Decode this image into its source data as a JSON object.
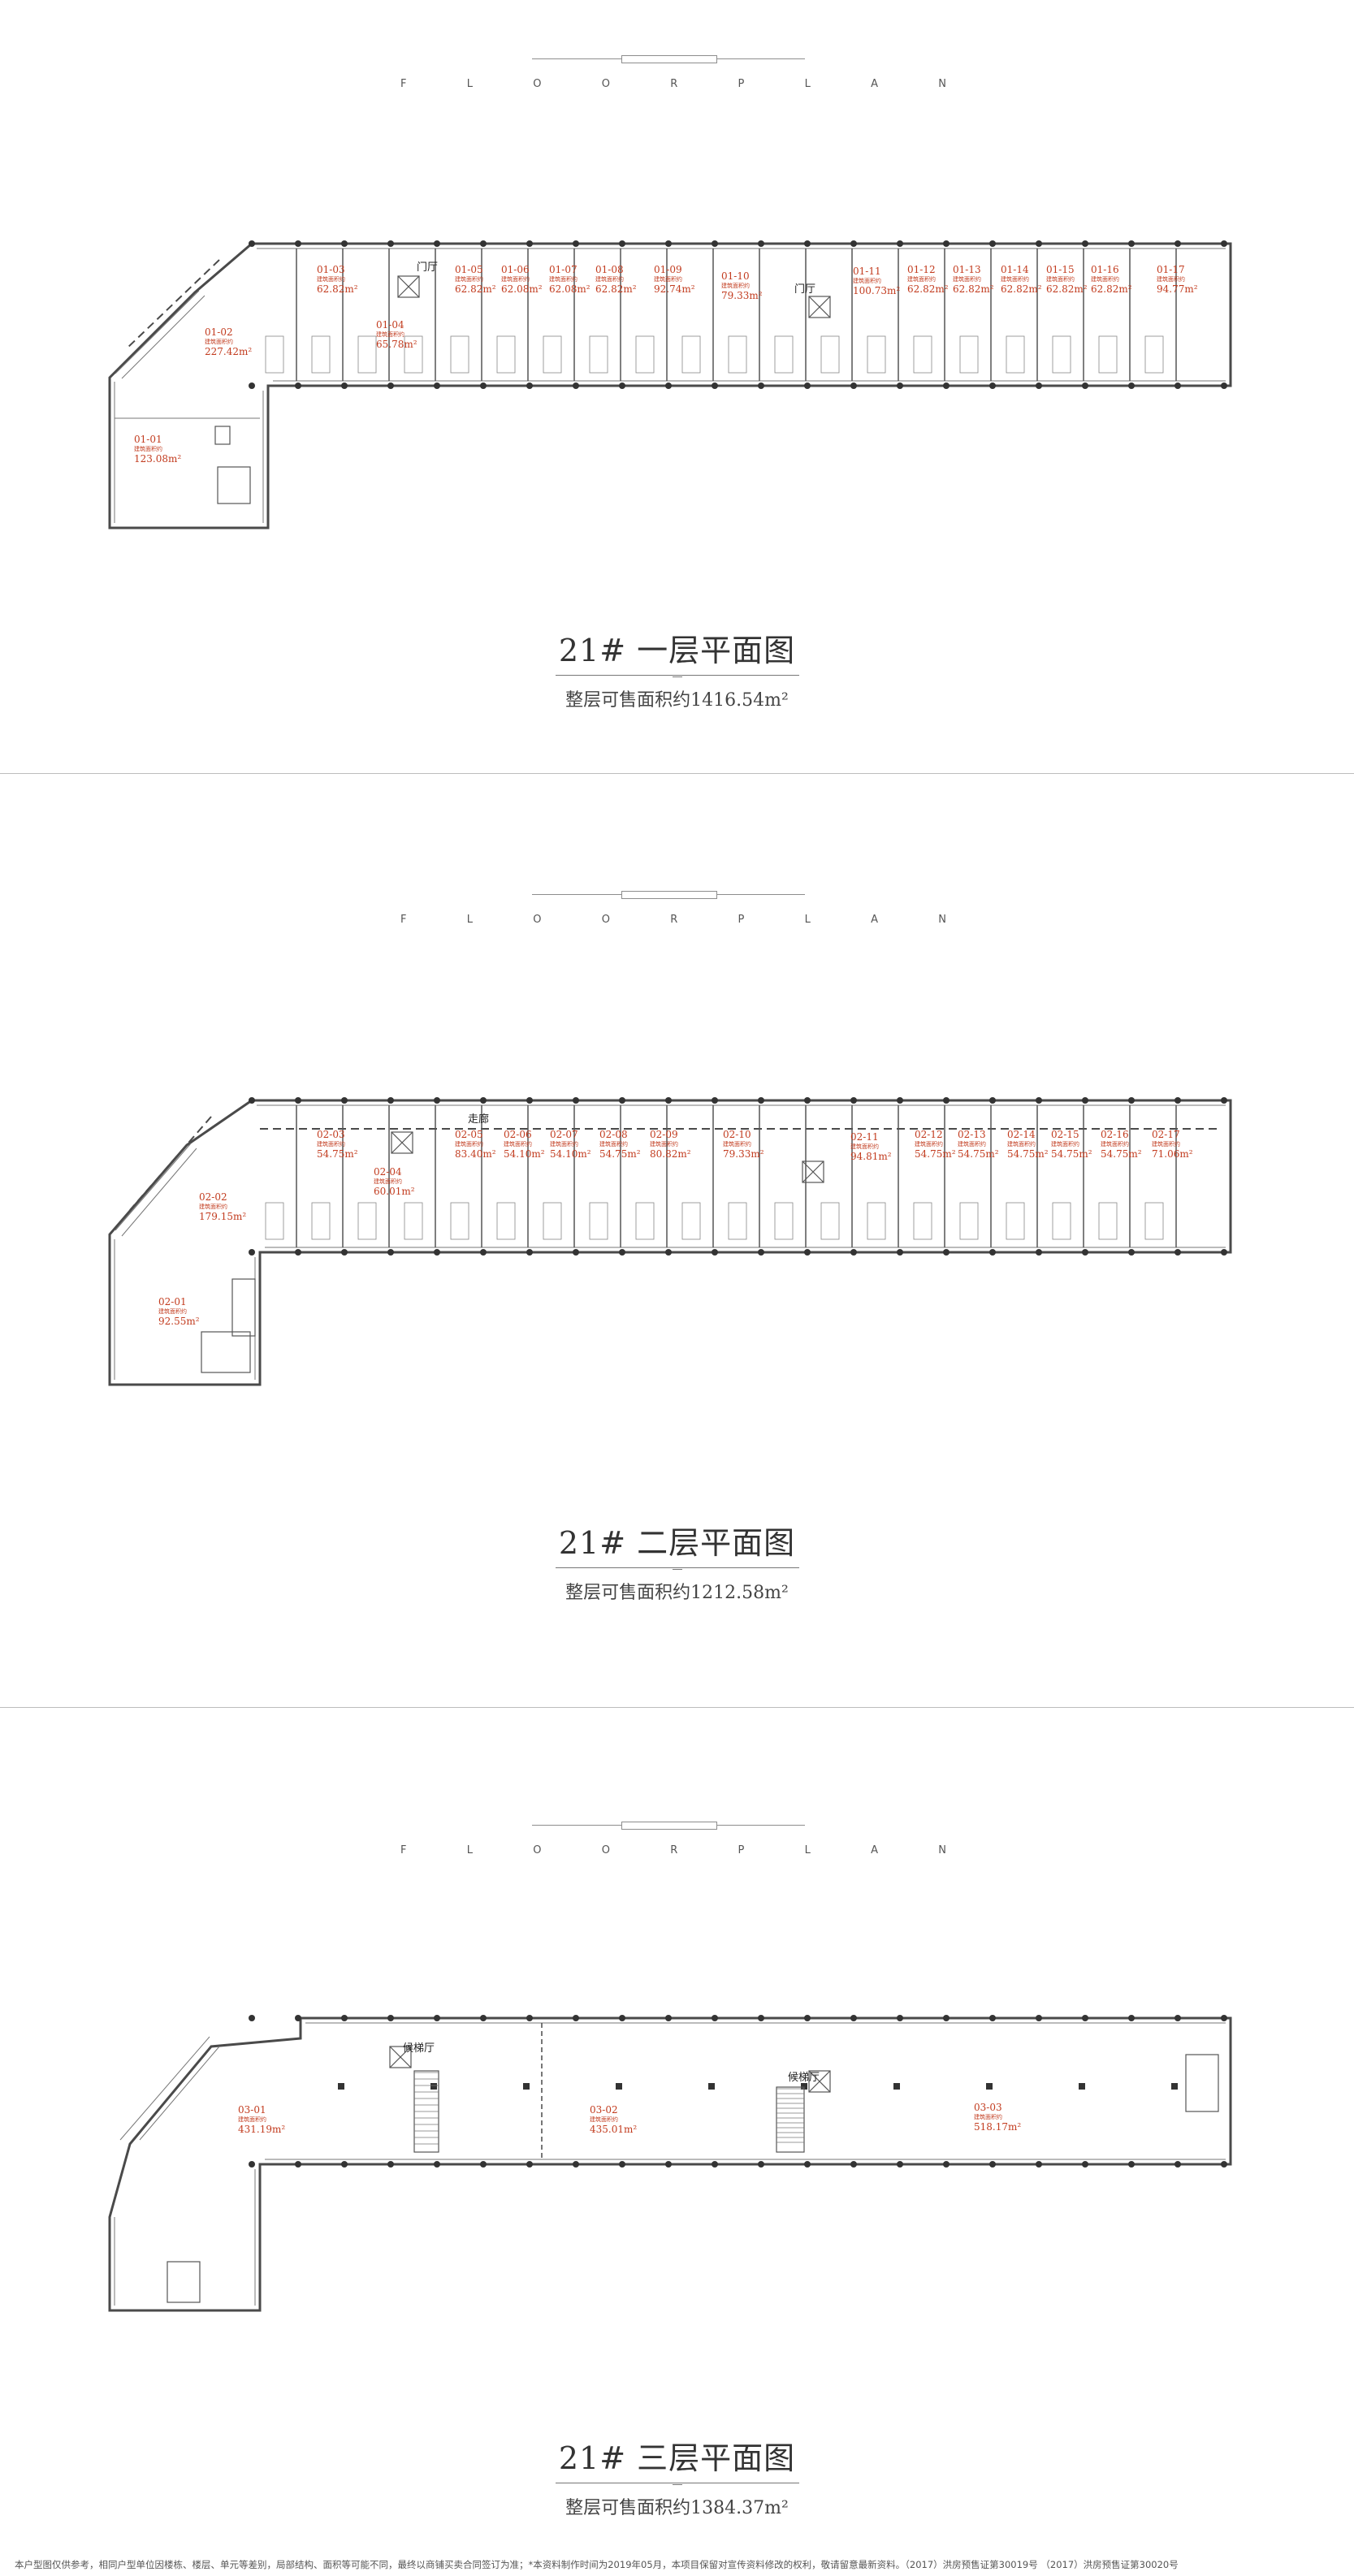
{
  "header_label": [
    "F",
    "L",
    "O",
    "O",
    "R",
    "P",
    "L",
    "A",
    "N"
  ],
  "floor1": {
    "title": "21# 一层平面图",
    "subtitle": "整层可售面积约1416.54m²",
    "area_label": "建筑面积约",
    "tags": {
      "hall_a": "门厅",
      "hall_b": "门厅"
    },
    "units": [
      {
        "code": "01-01",
        "area": "123.08m²"
      },
      {
        "code": "01-02",
        "area": "227.42m²"
      },
      {
        "code": "01-03",
        "area": "62.82m²"
      },
      {
        "code": "01-04",
        "area": "65.78m²"
      },
      {
        "code": "01-05",
        "area": "62.82m²"
      },
      {
        "code": "01-06",
        "area": "62.08m²"
      },
      {
        "code": "01-07",
        "area": "62.08m²"
      },
      {
        "code": "01-08",
        "area": "62.82m²"
      },
      {
        "code": "01-09",
        "area": "92.74m²"
      },
      {
        "code": "01-10",
        "area": "79.33m²"
      },
      {
        "code": "01-11",
        "area": "100.73m²"
      },
      {
        "code": "01-12",
        "area": "62.82m²"
      },
      {
        "code": "01-13",
        "area": "62.82m²"
      },
      {
        "code": "01-14",
        "area": "62.82m²"
      },
      {
        "code": "01-15",
        "area": "62.82m²"
      },
      {
        "code": "01-16",
        "area": "62.82m²"
      },
      {
        "code": "01-17",
        "area": "94.77m²"
      }
    ]
  },
  "floor2": {
    "title": "21# 二层平面图",
    "subtitle": "整层可售面积约1212.58m²",
    "area_label": "建筑面积约",
    "tags": {
      "corridor": "走廊"
    },
    "units": [
      {
        "code": "02-01",
        "area": "92.55m²"
      },
      {
        "code": "02-02",
        "area": "179.15m²"
      },
      {
        "code": "02-03",
        "area": "54.75m²"
      },
      {
        "code": "02-04",
        "area": "60.01m²"
      },
      {
        "code": "02-05",
        "area": "83.40m²"
      },
      {
        "code": "02-06",
        "area": "54.10m²"
      },
      {
        "code": "02-07",
        "area": "54.10m²"
      },
      {
        "code": "02-08",
        "area": "54.75m²"
      },
      {
        "code": "02-09",
        "area": "80.82m²"
      },
      {
        "code": "02-10",
        "area": "79.33m²"
      },
      {
        "code": "02-11",
        "area": "94.81m²"
      },
      {
        "code": "02-12",
        "area": "54.75m²"
      },
      {
        "code": "02-13",
        "area": "54.75m²"
      },
      {
        "code": "02-14",
        "area": "54.75m²"
      },
      {
        "code": "02-15",
        "area": "54.75m²"
      },
      {
        "code": "02-16",
        "area": "54.75m²"
      },
      {
        "code": "02-17",
        "area": "71.06m²"
      }
    ]
  },
  "floor3": {
    "title": "21# 三层平面图",
    "subtitle": "整层可售面积约1384.37m²",
    "area_label": "建筑面积约",
    "tags": {
      "lobby_a": "候梯厅",
      "lobby_b": "候梯厅"
    },
    "units": [
      {
        "code": "03-01",
        "area": "431.19m²"
      },
      {
        "code": "03-02",
        "area": "435.01m²"
      },
      {
        "code": "03-03",
        "area": "518.17m²"
      }
    ]
  },
  "disclaimer": "本户型图仅供参考，相同户型单位因楼栋、楼层、单元等差别，局部结构、面积等可能不同，最终以商铺买卖合同签订为准；*本资料制作时间为2019年05月，本项目保留对宣传资料修改的权利，敬请留意最新资料。（2017）洪房预售证第30019号 （2017）洪房预售证第30020号",
  "colors": {
    "unit_text": "#c23b1e",
    "wall": "#4a4a4a",
    "divider": "#bdbdbd"
  }
}
